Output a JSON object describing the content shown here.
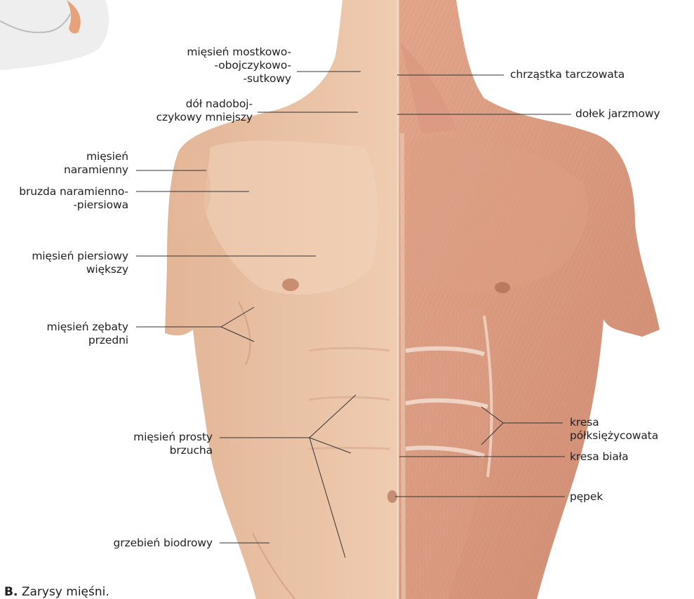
{
  "figure": {
    "caption_letter": "B.",
    "caption_text": "Zarysy mięśni.",
    "labels": {
      "sternocleidomastoid": "mięsień mostkowo-\n-obojczykowo-\n-sutkowy",
      "supraclavicular_fossa": "dół nadoboj-\nczykowy mniejszy",
      "deltoid": "mięsień\nnaramienny",
      "deltopectoral_groove": "bruzda naramienno-\n-piersiowa",
      "pectoralis_major": "mięsień piersiowy\nwiększy",
      "serratus_anterior": "mięsień zębaty\nprzedni",
      "rectus_abdominis": "mięsień prosty\nbrzucha",
      "iliac_crest": "grzebień biodrowy",
      "thyroid_cartilage": "chrząstka tarczowata",
      "jugular_notch": "dołek jarzmowy",
      "linea_semilunaris": "kresa\npółksiężycowata",
      "linea_alba": "kresa biała",
      "umbilicus": "pępek"
    }
  },
  "colors": {
    "skin": "#e8c0a4",
    "muscle": "#d99a80",
    "leader_line": "#333333"
  }
}
